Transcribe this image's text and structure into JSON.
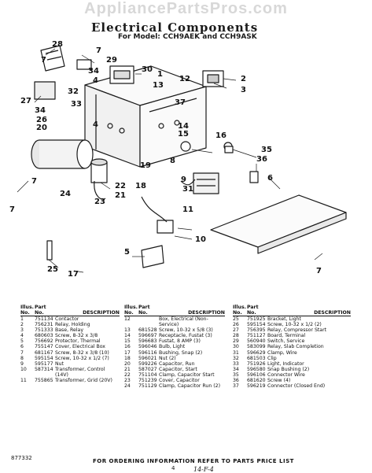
{
  "watermark": "AppliancePartsPros.com",
  "title": "Electrical Components",
  "subtitle": "For Model: CCH9AEK and CCH9ASK",
  "callouts": [
    {
      "label": "7"
    },
    {
      "label": "28"
    },
    {
      "label": "7"
    },
    {
      "label": "29"
    },
    {
      "label": "30"
    },
    {
      "label": "34"
    },
    {
      "label": "4"
    },
    {
      "label": "1"
    },
    {
      "label": "13"
    },
    {
      "label": "12"
    },
    {
      "label": "2"
    },
    {
      "label": "3"
    },
    {
      "label": "32"
    },
    {
      "label": "27"
    },
    {
      "label": "33"
    },
    {
      "label": "37"
    },
    {
      "label": "34"
    },
    {
      "label": "26"
    },
    {
      "label": "4"
    },
    {
      "label": "20"
    },
    {
      "label": "14"
    },
    {
      "label": "15"
    },
    {
      "label": "16"
    },
    {
      "label": "35"
    },
    {
      "label": "36"
    },
    {
      "label": "8"
    },
    {
      "label": "19"
    },
    {
      "label": "9"
    },
    {
      "label": "6"
    },
    {
      "label": "31"
    },
    {
      "label": "22"
    },
    {
      "label": "21"
    },
    {
      "label": "18"
    },
    {
      "label": "7"
    },
    {
      "label": "24"
    },
    {
      "label": "23"
    },
    {
      "label": "7"
    },
    {
      "label": "11"
    },
    {
      "label": "10"
    },
    {
      "label": "5"
    },
    {
      "label": "25"
    },
    {
      "label": "17"
    },
    {
      "label": "7"
    }
  ],
  "table": {
    "headers": {
      "illus": "Illus. No.",
      "part": "Part No.",
      "desc": "DESCRIPTION"
    },
    "columns": [
      [
        {
          "illus": "1",
          "part": "751134",
          "desc": "Contactor"
        },
        {
          "illus": "2",
          "part": "756231",
          "desc": "Relay, Holding"
        },
        {
          "illus": "3",
          "part": "751333",
          "desc": "Base, Relay"
        },
        {
          "illus": "4",
          "part": "680603",
          "desc": "Screw, 8-32 x 3/8"
        },
        {
          "illus": "5",
          "part": "756692",
          "desc": "Protector, Thermal"
        },
        {
          "illus": "6",
          "part": "755147",
          "desc": "Cover, Electrical Box"
        },
        {
          "illus": "7",
          "part": "681167",
          "desc": "Screw, 8-32 x 3/8 (10)"
        },
        {
          "illus": "8",
          "part": "595154",
          "desc": "Screw, 10-32 x 1/2 (7)"
        },
        {
          "illus": "9",
          "part": "595177",
          "desc": "Nut"
        },
        {
          "illus": "10",
          "part": "587314",
          "desc": "Transformer, Control (14V)"
        },
        {
          "illus": "11",
          "part": "755865",
          "desc": "Transformer, Grid (20V)"
        }
      ],
      [
        {
          "illus": "12",
          "part": "",
          "desc": "Box, Electrical (Non-Service)"
        },
        {
          "illus": "13",
          "part": "681528",
          "desc": "Screw, 10-32 x 5/8 (3)"
        },
        {
          "illus": "14",
          "part": "596697",
          "desc": "Receptacle, Fustat (3)"
        },
        {
          "illus": "15",
          "part": "596683",
          "desc": "Fustat, 8 AMP (3)"
        },
        {
          "illus": "16",
          "part": "596046",
          "desc": "Bulb, Light"
        },
        {
          "illus": "17",
          "part": "596116",
          "desc": "Bushing, Snap (2)"
        },
        {
          "illus": "18",
          "part": "596021",
          "desc": "Nut (2)"
        },
        {
          "illus": "20",
          "part": "599226",
          "desc": "Capacitor, Run"
        },
        {
          "illus": "21",
          "part": "587027",
          "desc": "Capacitor, Start"
        },
        {
          "illus": "22",
          "part": "751104",
          "desc": "Clamp, Capacitor Start"
        },
        {
          "illus": "23",
          "part": "751239",
          "desc": "Cover, Capacitor"
        },
        {
          "illus": "24",
          "part": "751129",
          "desc": "Clamp, Capacitor Run (2)"
        }
      ],
      [
        {
          "illus": "25",
          "part": "751925",
          "desc": "Bracket, Light"
        },
        {
          "illus": "26",
          "part": "595154",
          "desc": "Screw, 10-32 x 1/2 (2)"
        },
        {
          "illus": "27",
          "part": "756395",
          "desc": "Relay, Compressor Start"
        },
        {
          "illus": "28",
          "part": "751127",
          "desc": "Board, Terminal"
        },
        {
          "illus": "29",
          "part": "560940",
          "desc": "Switch, Service"
        },
        {
          "illus": "30",
          "part": "583099",
          "desc": "Relay, Slab Completion"
        },
        {
          "illus": "31",
          "part": "596629",
          "desc": "Clamp, Wire"
        },
        {
          "illus": "32",
          "part": "681503",
          "desc": "Clip"
        },
        {
          "illus": "33",
          "part": "751926",
          "desc": "Light, Indicator"
        },
        {
          "illus": "34",
          "part": "596580",
          "desc": "Snap Bushing (2)"
        },
        {
          "illus": "35",
          "part": "596106",
          "desc": "Connector Wire"
        },
        {
          "illus": "36",
          "part": "681620",
          "desc": "Screw (4)"
        },
        {
          "illus": "37",
          "part": "596219",
          "desc": "Connector (Closed End)"
        }
      ]
    ]
  },
  "footer": "FOR ORDERING INFORMATION REFER TO PARTS PRICE LIST",
  "page_number": "4",
  "doc_number": "877332",
  "handwritten_note": "14-F-4"
}
